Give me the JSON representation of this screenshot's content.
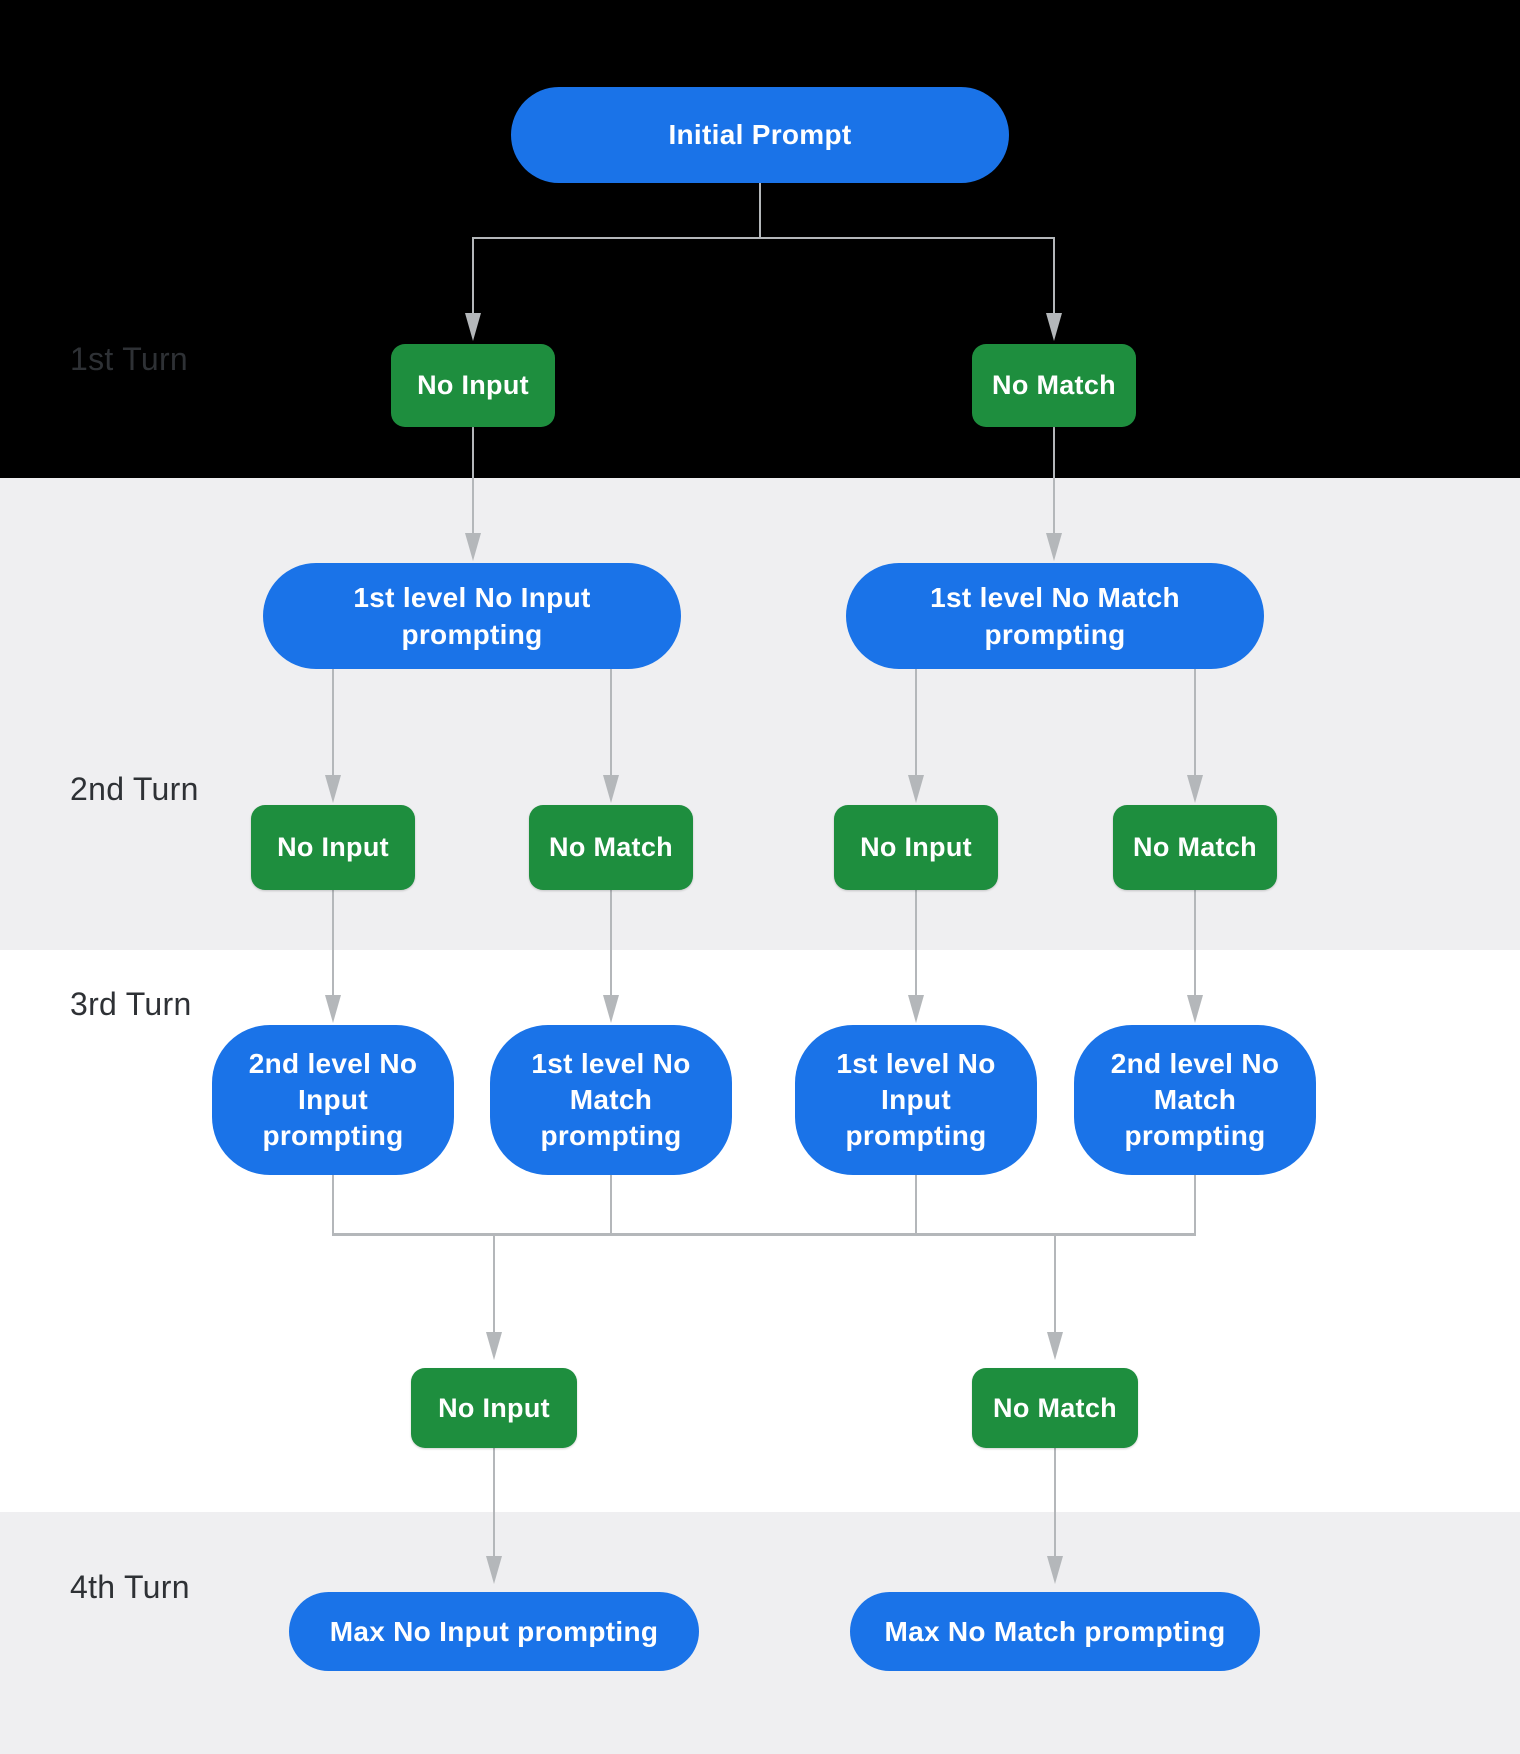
{
  "colors": {
    "node_blue": "#1a73e8",
    "node_green": "#1e8e3e",
    "arrow_gray": "#b4b7ba",
    "band_top": "#000000",
    "band_alt": "#efeff1",
    "band_main": "#ffffff",
    "turn_label": "#2e3135",
    "node_text": "#ffffff"
  },
  "turns": [
    {
      "label": "1st Turn"
    },
    {
      "label": "2nd Turn"
    },
    {
      "label": "3rd Turn"
    },
    {
      "label": "4th Turn"
    }
  ],
  "nodes": {
    "initial": {
      "label": "Initial Prompt"
    },
    "turn1_events": [
      {
        "label": "No Input"
      },
      {
        "label": "No Match"
      }
    ],
    "turn2_prompts": [
      {
        "label": "1st level No Input prompting"
      },
      {
        "label": "1st level No Match prompting"
      }
    ],
    "turn2_events": [
      {
        "label": "No Input"
      },
      {
        "label": "No Match"
      },
      {
        "label": "No Input"
      },
      {
        "label": "No Match"
      }
    ],
    "turn3_prompts": [
      {
        "label": "2nd level No Input prompting"
      },
      {
        "label": "1st level No Match prompting"
      },
      {
        "label": "1st level No Input prompting"
      },
      {
        "label": "2nd level No Match prompting"
      }
    ],
    "turn3_events": [
      {
        "label": "No Input"
      },
      {
        "label": "No Match"
      }
    ],
    "turn4_prompts": [
      {
        "label": "Max No Input prompting"
      },
      {
        "label": "Max No Match prompting"
      }
    ]
  }
}
